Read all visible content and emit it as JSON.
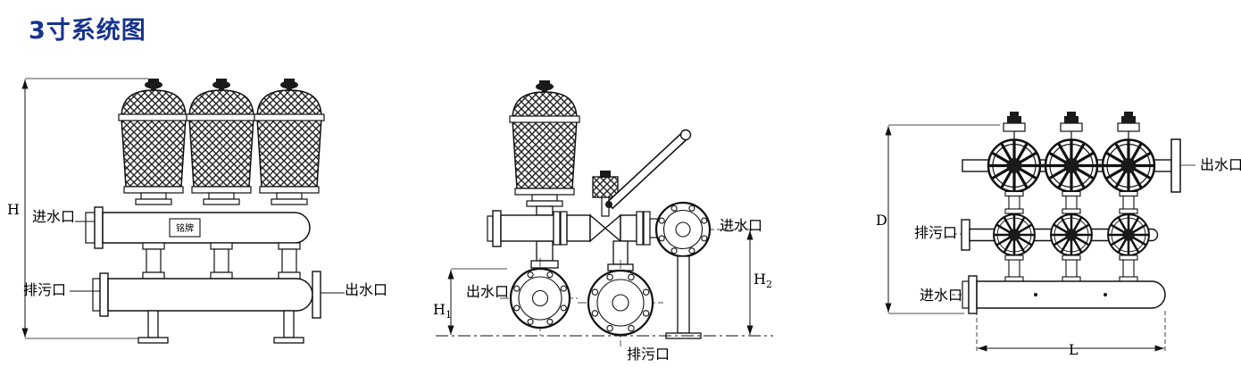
{
  "page": {
    "title": "3寸系统图",
    "title_color": "#17338d",
    "line_color": "#111111",
    "background": "#ffffff"
  },
  "views": {
    "left": {
      "name": "front-elevation-three-filters",
      "labels": {
        "inlet": "进水口",
        "drain": "排污口",
        "outlet": "出水口",
        "nameplate": "铭牌"
      },
      "dims": {
        "h": "H"
      }
    },
    "middle": {
      "name": "side-elevation-single-filter-with-valve",
      "labels": {
        "outlet": "出水口",
        "inlet": "进水口",
        "drain": "排污口"
      },
      "dims": {
        "h1": {
          "base": "H",
          "sub": "1"
        },
        "h2": {
          "base": "H",
          "sub": "2"
        }
      }
    },
    "right": {
      "name": "rear-elevation-disc-view",
      "labels": {
        "outlet": "出水口",
        "drain": "排污口",
        "inlet": "进水口"
      },
      "dims": {
        "d": "D",
        "l": "L"
      }
    }
  }
}
